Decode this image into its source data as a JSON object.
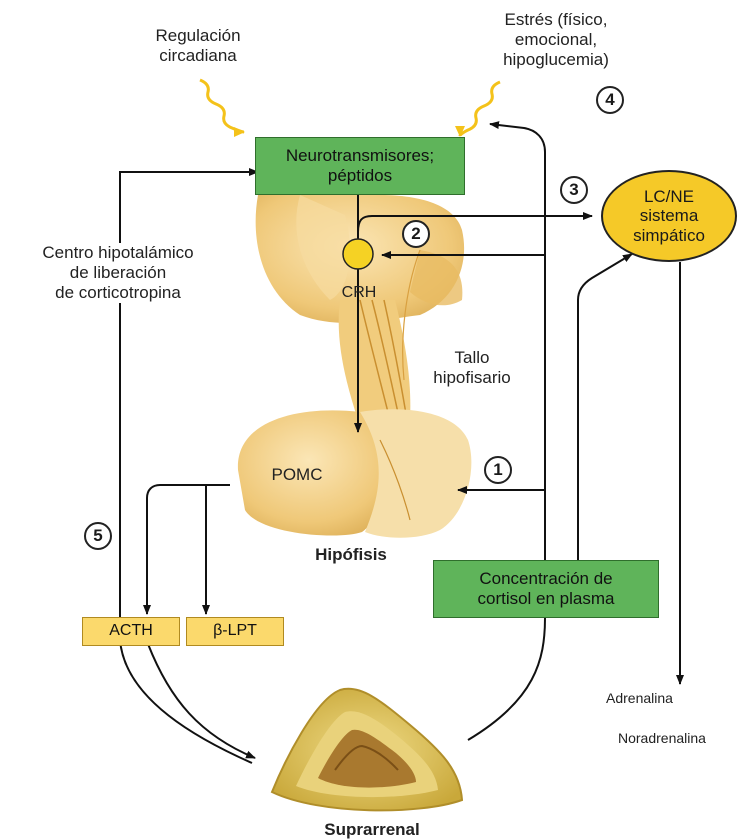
{
  "labels": {
    "circadian": [
      "Regulación",
      "circadiana"
    ],
    "stress": [
      "Estrés (físico,",
      "emocional,",
      "hipoglucemia)"
    ],
    "neuro_box": [
      "Neurotransmisores;",
      "péptidos"
    ],
    "center": [
      "Centro hipotalámico",
      "de liberación",
      "de corticotropina"
    ],
    "crh": "CRH",
    "stalk": [
      "Tallo",
      "hipofisario"
    ],
    "pomc": "POMC",
    "pituitary": "Hipófisis",
    "lcne": [
      "LC/NE",
      "sistema",
      "simpático"
    ],
    "cortisol_box": [
      "Concentración de",
      "cortisol en plasma"
    ],
    "acth": "ACTH",
    "blpt": "β-LPT",
    "adrenalina": "Adrenalina",
    "noradrenalina": "Noradrenalina",
    "adrenal": "Suprarrenal"
  },
  "badges": [
    "1",
    "2",
    "3",
    "4",
    "5"
  ],
  "colors": {
    "green_box": "#5fb45a",
    "yellow_box": "#fbd96c",
    "lc_ellipse": "#f5c928",
    "gland": "#f2cf85",
    "adrenal_outer": "#e3c85a",
    "adrenal_inner": "#a9792f",
    "wavy": "#f4c21a"
  }
}
